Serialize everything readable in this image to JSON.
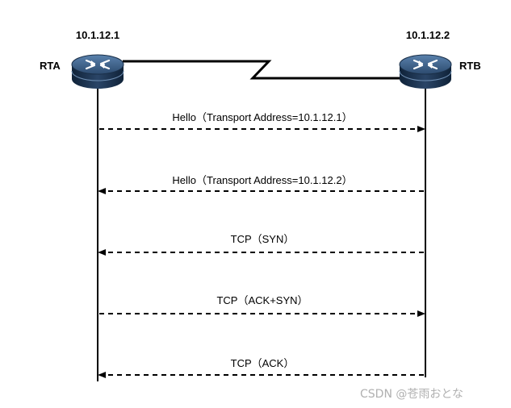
{
  "routers": [
    {
      "name": "RTA",
      "ip": "10.1.12.1"
    },
    {
      "name": "RTB",
      "ip": "10.1.12.2"
    }
  ],
  "messages": [
    {
      "label": "Hello（Transport Address=10.1.12.1）",
      "direction": "RTA→RTB"
    },
    {
      "label": "Hello（Transport Address=10.1.12.2）",
      "direction": "RTB→RTA"
    },
    {
      "label": "TCP（SYN）",
      "direction": "RTB→RTA"
    },
    {
      "label": "TCP（ACK+SYN）",
      "direction": "RTA→RTB"
    },
    {
      "label": "TCP（ACK）",
      "direction": "RTB→RTA"
    }
  ],
  "watermark": "CSDN @苍雨おとな",
  "colors": {
    "router_body": "#1f3550",
    "router_top": "#3a5f88",
    "line": "#000000"
  }
}
